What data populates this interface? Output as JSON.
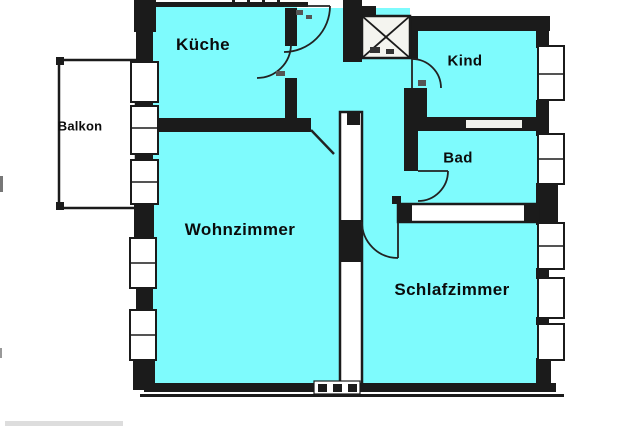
{
  "plan": {
    "type": "apartment-floor-plan",
    "rooms": [
      {
        "id": "kueche",
        "label": "Küche"
      },
      {
        "id": "kind",
        "label": "Kind"
      },
      {
        "id": "bad",
        "label": "Bad"
      },
      {
        "id": "wohnzimmer",
        "label": "Wohnzimmer"
      },
      {
        "id": "schlafzimmer",
        "label": "Schlafzimmer"
      },
      {
        "id": "balkon",
        "label": "Balkon"
      }
    ],
    "colors": {
      "room_fill": "#7efbfd",
      "wall": "#1b1b1b",
      "background": "#ffffff"
    }
  }
}
